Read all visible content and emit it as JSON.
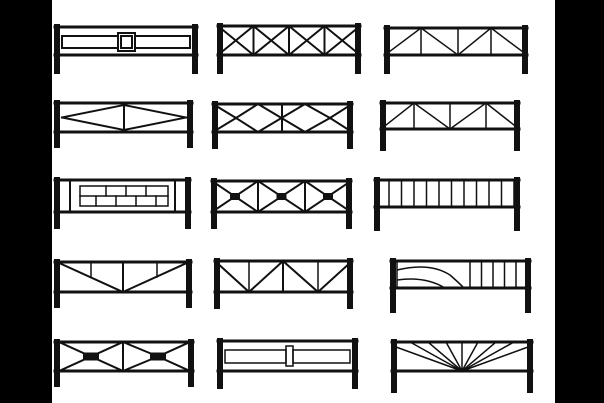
{
  "colors": {
    "background": "#000000",
    "panel": "#ffffff",
    "stroke": "#111111"
  },
  "grid": {
    "rows": 5,
    "columns": 3
  },
  "fences": [
    {
      "id": "r1c1",
      "pattern": "rectangles-with-center-square"
    },
    {
      "id": "r1c2",
      "pattern": "four-x-crosses"
    },
    {
      "id": "r1c3",
      "pattern": "shallow-zigzag-with-verticals"
    },
    {
      "id": "r2c1",
      "pattern": "double-diamond"
    },
    {
      "id": "r2c2",
      "pattern": "three-diamonds"
    },
    {
      "id": "r2c3",
      "pattern": "zigzag-with-verticals"
    },
    {
      "id": "r3c1",
      "pattern": "brick-rectangles"
    },
    {
      "id": "r3c2",
      "pattern": "bowtie-crosses-with-blocks"
    },
    {
      "id": "r3c3",
      "pattern": "vertical-pickets"
    },
    {
      "id": "r4c1",
      "pattern": "triangle-fan"
    },
    {
      "id": "r4c2",
      "pattern": "double-triangle-fan"
    },
    {
      "id": "r4c3",
      "pattern": "curved-sweep-with-pickets"
    },
    {
      "id": "r5c1",
      "pattern": "bowtie-diamonds-with-blocks"
    },
    {
      "id": "r5c2",
      "pattern": "inset-rectangles"
    },
    {
      "id": "r5c3",
      "pattern": "sunburst-rays"
    }
  ]
}
